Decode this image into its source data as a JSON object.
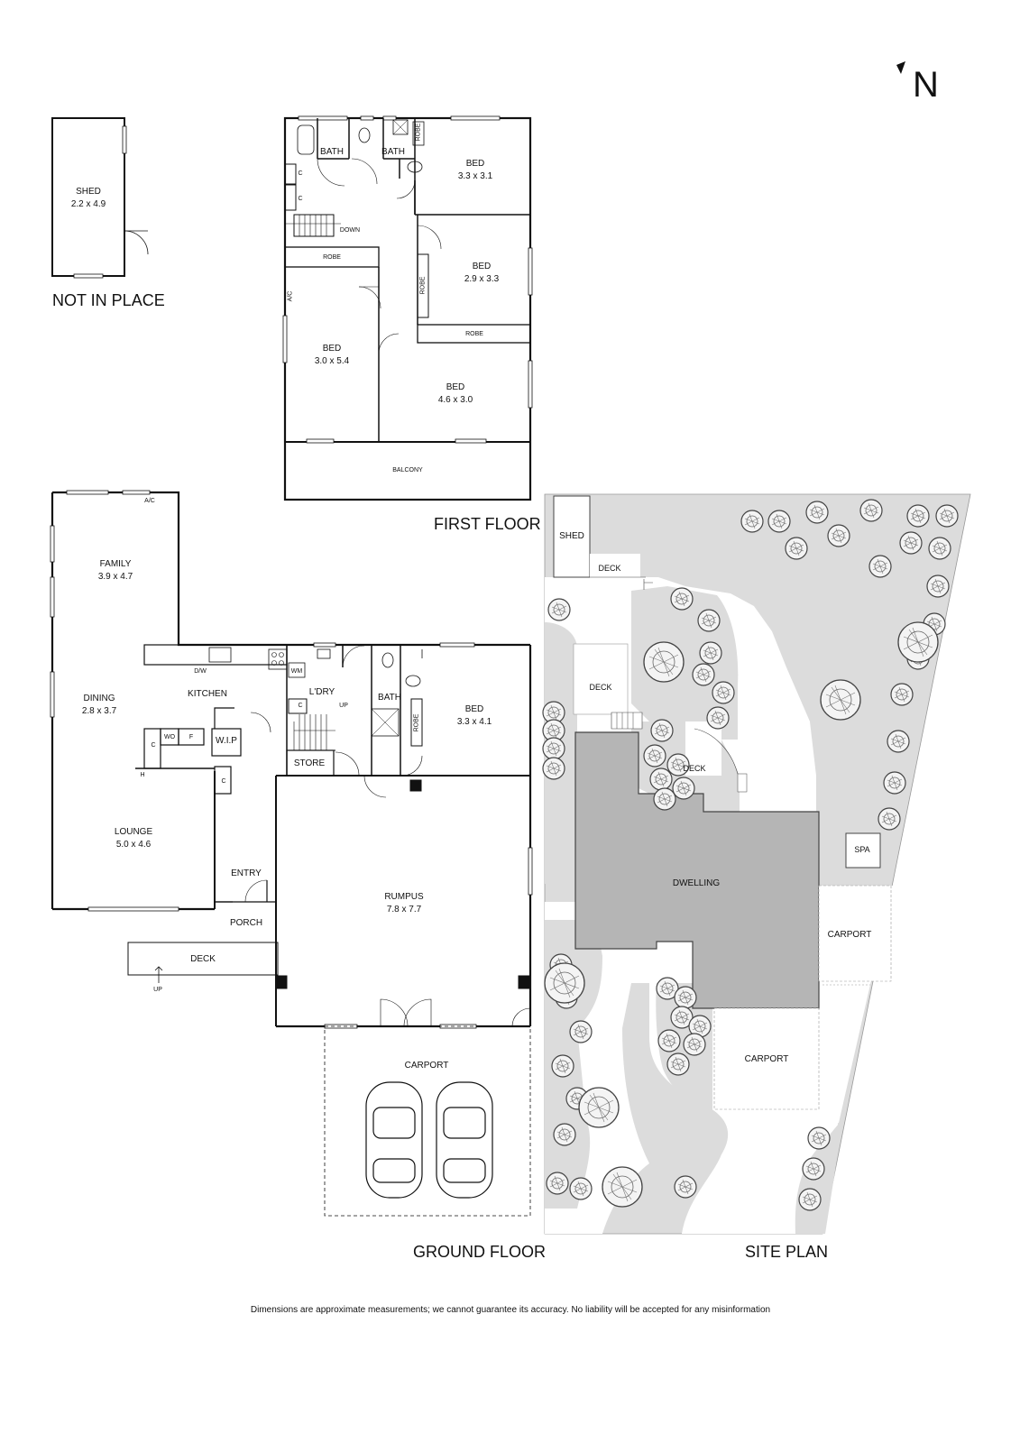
{
  "north_label": "N",
  "titles": {
    "not_in_place": "NOT IN PLACE",
    "first_floor": "FIRST FLOOR",
    "ground_floor": "GROUND FLOOR",
    "site_plan": "SITE PLAN"
  },
  "shed": {
    "name": "SHED",
    "dims": "2.2 x 4.9"
  },
  "first_floor": {
    "bath1": "BATH",
    "bath2": "BATH",
    "robe_top": "ROBE",
    "bed1": {
      "name": "BED",
      "dims": "3.3 x 3.1"
    },
    "bed2": {
      "name": "BED",
      "dims": "2.9 x 3.3"
    },
    "bed3": {
      "name": "BED",
      "dims": "3.0 x 5.4"
    },
    "bed4": {
      "name": "BED",
      "dims": "4.6 x 3.0"
    },
    "robe_left": "ROBE",
    "robe_mid": "ROBE",
    "robe_right": "ROBE",
    "down": "DOWN",
    "ac": "A/C",
    "c1": "C",
    "c2": "C",
    "balcony": "BALCONY"
  },
  "ground_floor": {
    "family": {
      "name": "FAMILY",
      "dims": "3.9 x 4.7"
    },
    "dining": {
      "name": "DINING",
      "dims": "2.8 x 3.7"
    },
    "lounge": {
      "name": "LOUNGE",
      "dims": "5.0 x 4.6"
    },
    "kitchen": "KITCHEN",
    "dw": "D/W",
    "ac": "A/C",
    "wo": "WO",
    "f": "F",
    "wip": "W.I.P",
    "c1": "C",
    "c2": "C",
    "c3": "C",
    "h": "H",
    "ldry": "L'DRY",
    "wm": "WM",
    "bath": "BATH",
    "robe": "ROBE",
    "bed": {
      "name": "BED",
      "dims": "3.3 x 4.1"
    },
    "store": "STORE",
    "up1": "UP",
    "up2": "UP",
    "entry": "ENTRY",
    "porch": "PORCH",
    "deck": "DECK",
    "rumpus": {
      "name": "RUMPUS",
      "dims": "7.8 x 7.7"
    },
    "carport": "CARPORT"
  },
  "site_plan": {
    "shed": "SHED",
    "deck1": "DECK",
    "deck2": "DECK",
    "deck3": "DECK",
    "dwelling": "DWELLING",
    "spa": "SPA",
    "carport1": "CARPORT",
    "carport2": "CARPORT"
  },
  "disclaimer": "Dimensions are approximate measurements; we cannot guarantee its accuracy. No liability will be accepted for any misinformation"
}
